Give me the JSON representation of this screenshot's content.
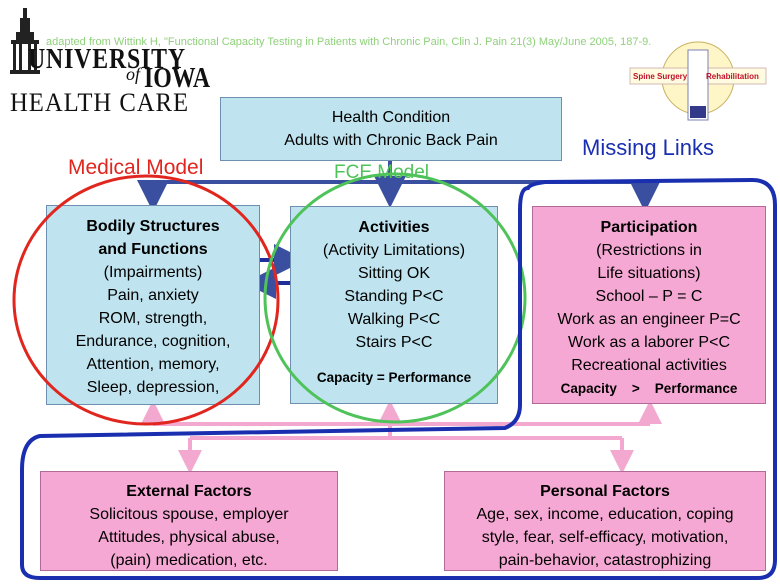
{
  "citation": "adapted from Wittink H, \"Functional Capacity Testing in Patients with Chronic Pain, Clin J. Pain 21(3) May/June 2005, 187-9.",
  "logo": {
    "university": "UNIVERSITY",
    "of": "of",
    "iowa": "IOWA",
    "health_care": "HEALTH CARE"
  },
  "spine_logo": {
    "left": "Spine Surgery",
    "right": "Rehabilitation"
  },
  "health_condition": {
    "line1": "Health Condition",
    "line2": "Adults with Chronic Back Pain"
  },
  "labels": {
    "medical_model": "Medical Model",
    "fce_model": "FCE Model",
    "missing_links": "Missing Links"
  },
  "bodily": {
    "title1": "Bodily Structures",
    "title2": "and Functions",
    "lines": [
      "(Impairments)",
      "Pain, anxiety",
      "ROM, strength,",
      "Endurance, cognition,",
      "Attention, memory,",
      "Sleep, depression,"
    ]
  },
  "activities": {
    "title": "Activities",
    "lines": [
      "(Activity Limitations)",
      "Sitting OK",
      "Standing P<C",
      "Walking P<C",
      "Stairs P<C"
    ],
    "footer": "Capacity = Performance"
  },
  "participation": {
    "title": "Participation",
    "lines": [
      "(Restrictions in",
      "Life situations)",
      "School – P = C",
      "Work as an engineer P=C",
      "Work as a laborer P<C",
      "Recreational activities"
    ],
    "footer": "Capacity    >    Performance"
  },
  "external": {
    "title": "External Factors",
    "lines": [
      "Solicitous spouse, employer",
      "Attitudes, physical abuse,",
      "(pain) medication, etc."
    ]
  },
  "personal": {
    "title": "Personal Factors",
    "lines": [
      "Age, sex, income, education, coping",
      "style, fear, self-efficacy, motivation,",
      "pain-behavior, catastrophizing"
    ]
  },
  "colors": {
    "teal_box": "#bfe4ef",
    "pink_box": "#f6a8d4",
    "medical_red": "#e0261e",
    "fce_green": "#4fc35a",
    "missing_blue": "#1a2fb0",
    "arrow_navy": "#3a4fa0",
    "arrow_pink": "#f3a9cf"
  }
}
